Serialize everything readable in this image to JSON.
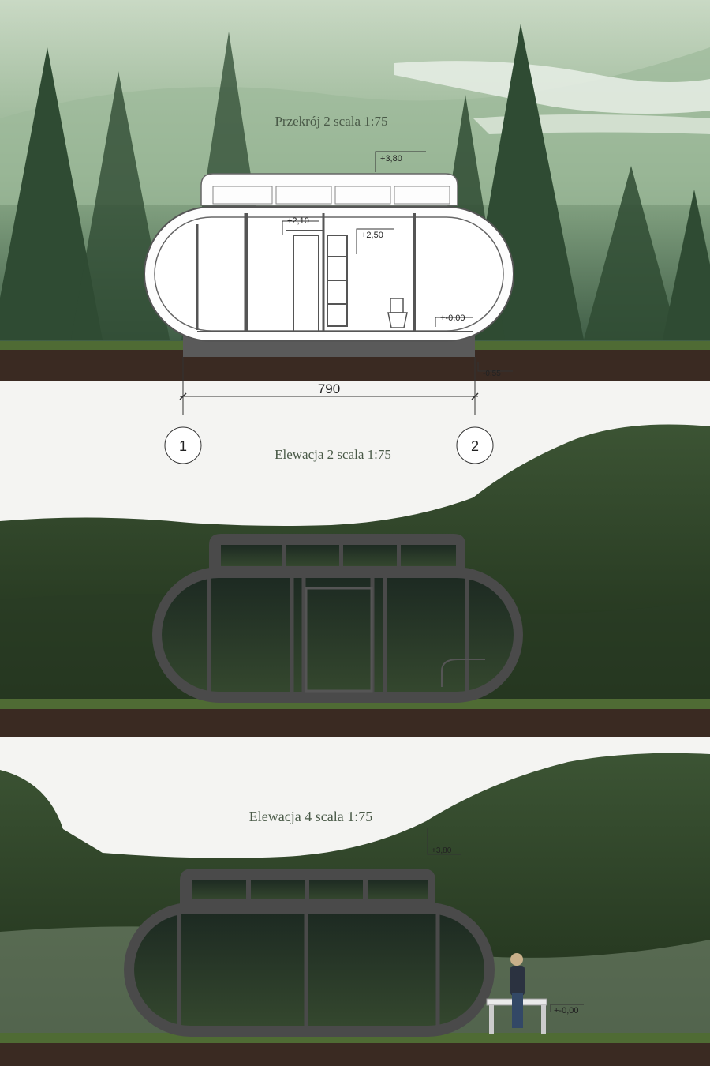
{
  "sections": [
    {
      "title": "Przekrój 2 scala 1:75",
      "levels": {
        "roof": "+3,80",
        "mezzanine": "+2,10",
        "ceiling": "+2,50",
        "floor": "+-0,00",
        "foundation": "-0,55"
      },
      "dimension": "790",
      "axes": [
        "1",
        "2"
      ]
    },
    {
      "title": "Elewacja 2 scala 1:75"
    },
    {
      "title": "Elewacja 4 scala 1:75",
      "levels": {
        "roof": "+3,80",
        "floor": "+-0,00"
      }
    }
  ],
  "colors": {
    "forest_dark": "#2f4a36",
    "forest_mist": "#a9c2a4",
    "trees_dark": "#26391f",
    "soil": "#3a2a22",
    "grass": "#4f6b34",
    "shell": "#4a4a4a",
    "glass": "#25332a"
  }
}
